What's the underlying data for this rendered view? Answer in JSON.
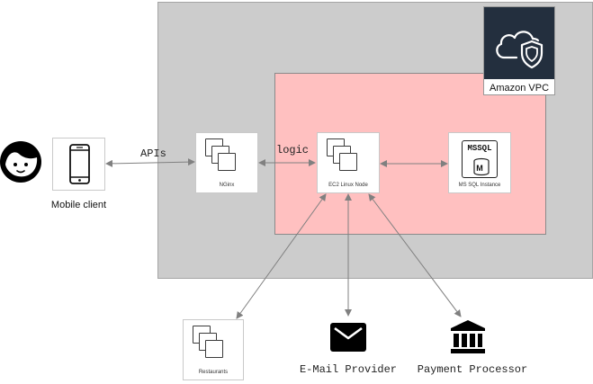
{
  "colors": {
    "vpc_fill": "#cccccc",
    "subnet_fill": "#ffc0c0",
    "vpc_badge": "#232f3e",
    "connector": "#808080"
  },
  "vpc": {
    "label": "Amazon VPC",
    "icon": "cloud-shield-icon"
  },
  "client": {
    "label": "Mobile client",
    "icons": [
      "user-face-icon",
      "smartphone-icon"
    ]
  },
  "edges": {
    "apis_label": "APIs",
    "logic_label": "logic"
  },
  "nodes": {
    "nginx": {
      "label": "NGinx",
      "icon": "instances-stack-icon"
    },
    "ec2": {
      "label": "EC2 Linux Node",
      "icon": "instances-stack-icon"
    },
    "mssql": {
      "label": "MS SQL Instance",
      "badge": "MSSQL",
      "badge_letter": "M",
      "icon": "database-icon"
    },
    "restaurants": {
      "label": "Restaurants",
      "icon": "instances-stack-icon"
    }
  },
  "services": {
    "email": {
      "label": "E-Mail Provider",
      "icon": "envelope-icon"
    },
    "payment": {
      "label": "Payment Processor",
      "icon": "bank-icon"
    }
  }
}
